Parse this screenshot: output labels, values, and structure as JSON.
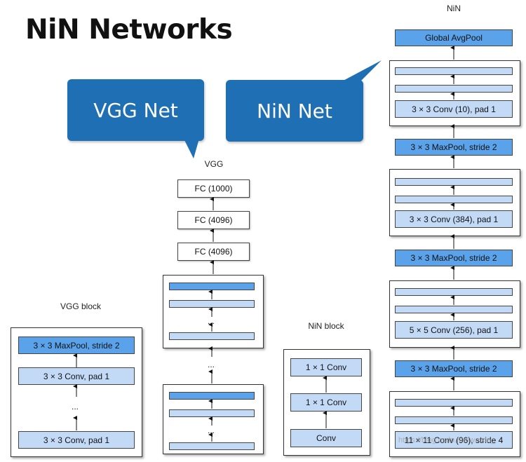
{
  "title": "NiN Networks",
  "callouts": {
    "vgg": "VGG Net",
    "nin": "NiN Net"
  },
  "vgg_block": {
    "caption": "VGG block",
    "maxpool": "3 × 3 MaxPool, stride 2",
    "conv_top": "3 × 3 Conv, pad 1",
    "conv_bottom": "3 × 3 Conv, pad 1",
    "ellipsis": "..."
  },
  "vgg": {
    "caption": "VGG",
    "fc1": "FC (1000)",
    "fc2": "FC (4096)",
    "fc3": "FC (4096)",
    "ellipsis": "..."
  },
  "nin_block": {
    "caption": "NiN block",
    "conv1": "1 × 1 Conv",
    "conv2": "1 × 1 Conv",
    "conv3": "Conv"
  },
  "nin": {
    "caption": "NiN",
    "avgpool": "Global AvgPool",
    "conv10": "3 × 3 Conv (10), pad 1",
    "pool1": "3 × 3 MaxPool, stride 2",
    "conv384": "3 × 3 Conv (384), pad 1",
    "pool2": "3 × 3 MaxPool, stride 2",
    "conv256": "5 × 5 Conv (256), pad 1",
    "pool3": "3 × 3 MaxPool, stride 2",
    "conv96": "11 × 11 Conv (96), stride 4"
  },
  "watermark": "https://blog.csdn.net/weixin_"
}
